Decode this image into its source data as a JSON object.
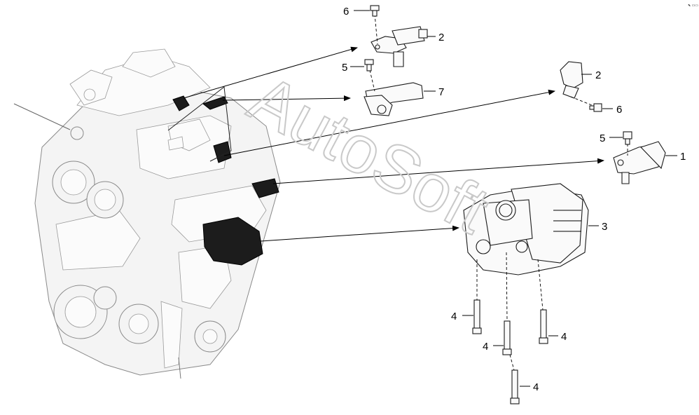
{
  "figure": {
    "corner_mark": "⬉ ▭▭",
    "watermark": "AutoSoft",
    "callouts": {
      "c6_top": "6",
      "c2_top": "2",
      "c5_top": "5",
      "c7": "7",
      "c2_right": "2",
      "c6_right": "6",
      "c5_right": "5",
      "c1": "1",
      "c3": "3",
      "c4_a": "4",
      "c4_b": "4",
      "c4_c": "4",
      "c4_d": "4"
    }
  }
}
